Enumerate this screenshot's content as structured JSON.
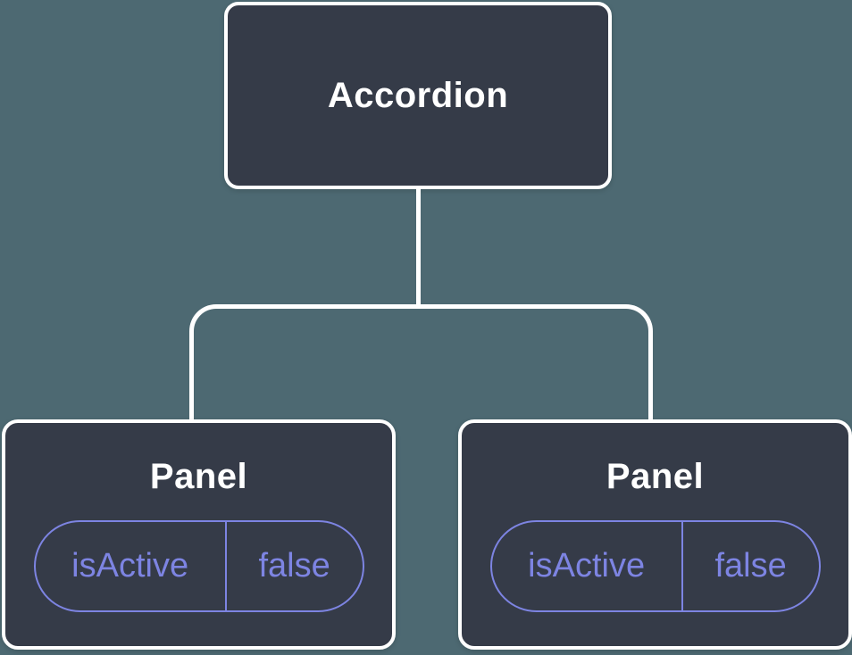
{
  "diagram": {
    "type": "component-tree",
    "root": {
      "label": "Accordion"
    },
    "panels": [
      {
        "label": "Panel",
        "prop": {
          "name": "isActive",
          "value": "false"
        }
      },
      {
        "label": "Panel",
        "prop": {
          "name": "isActive",
          "value": "false"
        }
      }
    ],
    "colors": {
      "background": "#4d6972",
      "node_fill": "#353b48",
      "node_border": "#ffffff",
      "connector": "#ffffff",
      "title_text": "#ffffff",
      "state_accent": "#7d84e2"
    }
  }
}
